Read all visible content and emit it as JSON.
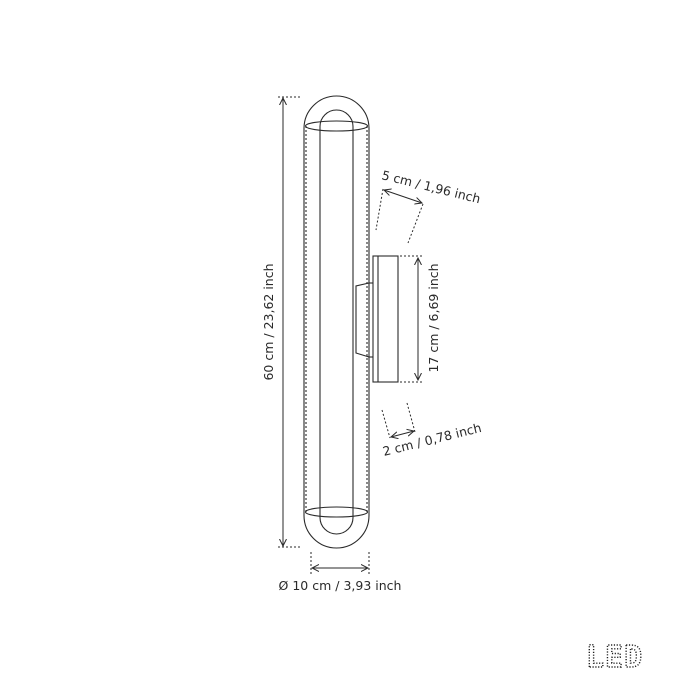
{
  "dimensions": {
    "height": "60 cm / 23,62 inch",
    "diameter": "Ø 10 cm / 3,93 inch",
    "depth": "5 cm / 1,96 inch",
    "mount_height": "17 cm / 6,69 inch",
    "mount_depth": "2 cm / 0,78 inch"
  },
  "badge": {
    "label": "LED"
  },
  "colors": {
    "line": "#2a2a2a",
    "background": "#ffffff"
  }
}
